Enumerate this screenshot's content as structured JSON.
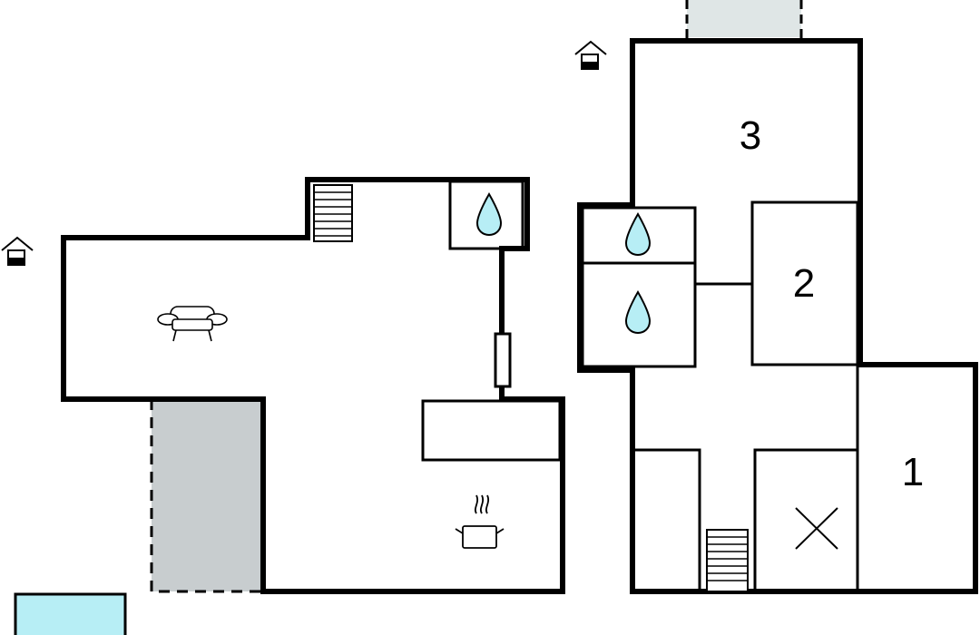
{
  "rooms": [
    {
      "id": "room-1",
      "label": "1"
    },
    {
      "id": "room-2",
      "label": "2"
    },
    {
      "id": "room-3",
      "label": "3"
    }
  ],
  "colors": {
    "wall": "#000000",
    "water": "#b7eef5",
    "terrace": "#c8cdcf",
    "skylight": "#dfe6e6",
    "background": "#ffffff"
  },
  "icons": [
    "entrance-icon",
    "entrance-icon",
    "stairs-icon",
    "stairs-icon",
    "water-drop-icon",
    "water-drop-icon",
    "water-drop-icon",
    "sofa-icon",
    "cooking-pot-icon",
    "bed-cross-icon"
  ]
}
